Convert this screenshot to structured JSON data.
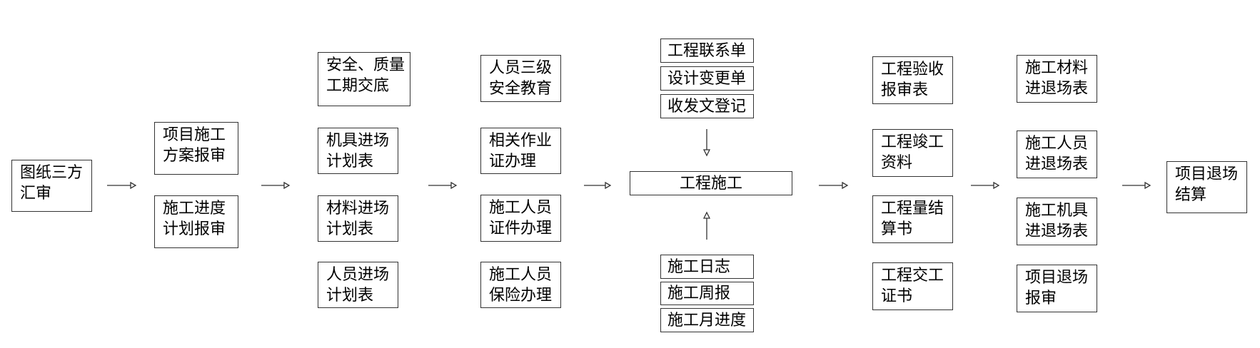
{
  "nodes": {
    "drawing_review": [
      "图纸三方",
      "汇审"
    ],
    "scheme_review": [
      "项目施工",
      "方案报审"
    ],
    "schedule_review": [
      "施工进度",
      "计划报审"
    ],
    "safety_briefing": [
      "安全、质量",
      "工期交底"
    ],
    "machinery_plan": [
      "机具进场",
      "计划表"
    ],
    "material_plan": [
      "材料进场",
      "计划表"
    ],
    "personnel_plan": [
      "人员进场",
      "计划表"
    ],
    "safety_education": [
      "人员三级",
      "安全教育"
    ],
    "work_certificate": [
      "相关作业",
      "证办理"
    ],
    "personnel_certificate": [
      "施工人员",
      "证件办理"
    ],
    "personnel_insurance": [
      "施工人员",
      "保险办理"
    ],
    "contact_sheet": "工程联系单",
    "design_change": "设计变更单",
    "document_register": "收发文登记",
    "construction": "工程施工",
    "daily_log": "施工日志",
    "weekly_report": "施工周报",
    "monthly_progress": "施工月进度",
    "acceptance_form": [
      "工程验收",
      "报审表"
    ],
    "completion_docs": [
      "工程竣工",
      "资料"
    ],
    "quantity_settlement": [
      "工程量结",
      "算书"
    ],
    "handover_certificate": [
      "工程交工",
      "证书"
    ],
    "material_exit": [
      "施工材料",
      "进退场表"
    ],
    "personnel_exit": [
      "施工人员",
      "进退场表"
    ],
    "machinery_exit": [
      "施工机具",
      "进退场表"
    ],
    "project_exit_review": [
      "项目退场",
      "报审"
    ],
    "exit_settlement": [
      "项目退场",
      "结算"
    ]
  }
}
